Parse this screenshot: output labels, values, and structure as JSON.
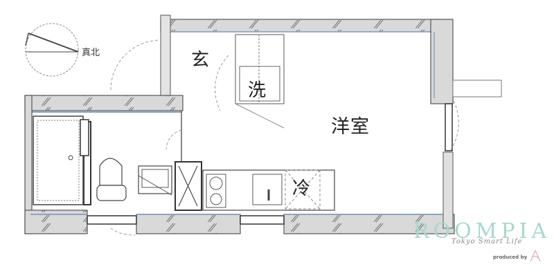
{
  "floor_plan": {
    "type": "apartment floor plan (1R)",
    "rooms": {
      "entrance": "玄",
      "washroom": "洗",
      "western_room": "洋室",
      "refrigerator": "冷"
    },
    "compass": {
      "label": "真北"
    }
  },
  "branding": {
    "name": "ROOMPIA",
    "tagline": "Tokyo Smart Life",
    "produced_by": "produced by",
    "accent_color": "#a6d8cc"
  },
  "colors": {
    "wall_fill": "#d6d6d6",
    "wall_stroke": "#555555",
    "wall_inner_line": "#8aa4c4",
    "line": "#444444"
  }
}
